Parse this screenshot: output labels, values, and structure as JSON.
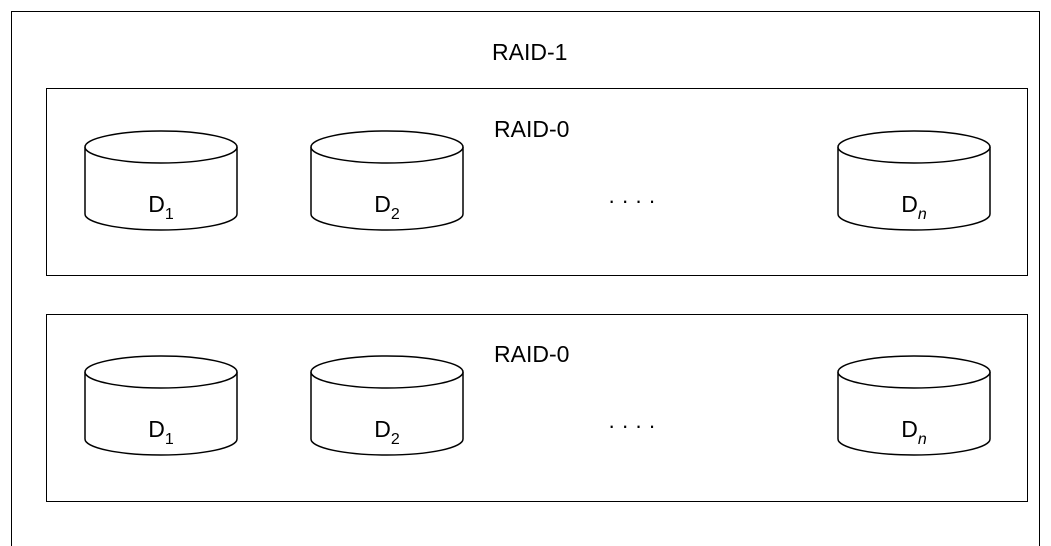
{
  "raid1": {
    "label": "RAID-1"
  },
  "groups": [
    {
      "label": "RAID-0",
      "disks": [
        {
          "base": "D",
          "sub": "1",
          "italic": false
        },
        {
          "base": "D",
          "sub": "2",
          "italic": false
        },
        {
          "base": "D",
          "sub": "n",
          "italic": true
        }
      ],
      "ellipsis": "·   ·   ·   ·"
    },
    {
      "label": "RAID-0",
      "disks": [
        {
          "base": "D",
          "sub": "1",
          "italic": false
        },
        {
          "base": "D",
          "sub": "2",
          "italic": false
        },
        {
          "base": "D",
          "sub": "n",
          "italic": true
        }
      ],
      "ellipsis": "·   ·   ·   ·"
    }
  ]
}
